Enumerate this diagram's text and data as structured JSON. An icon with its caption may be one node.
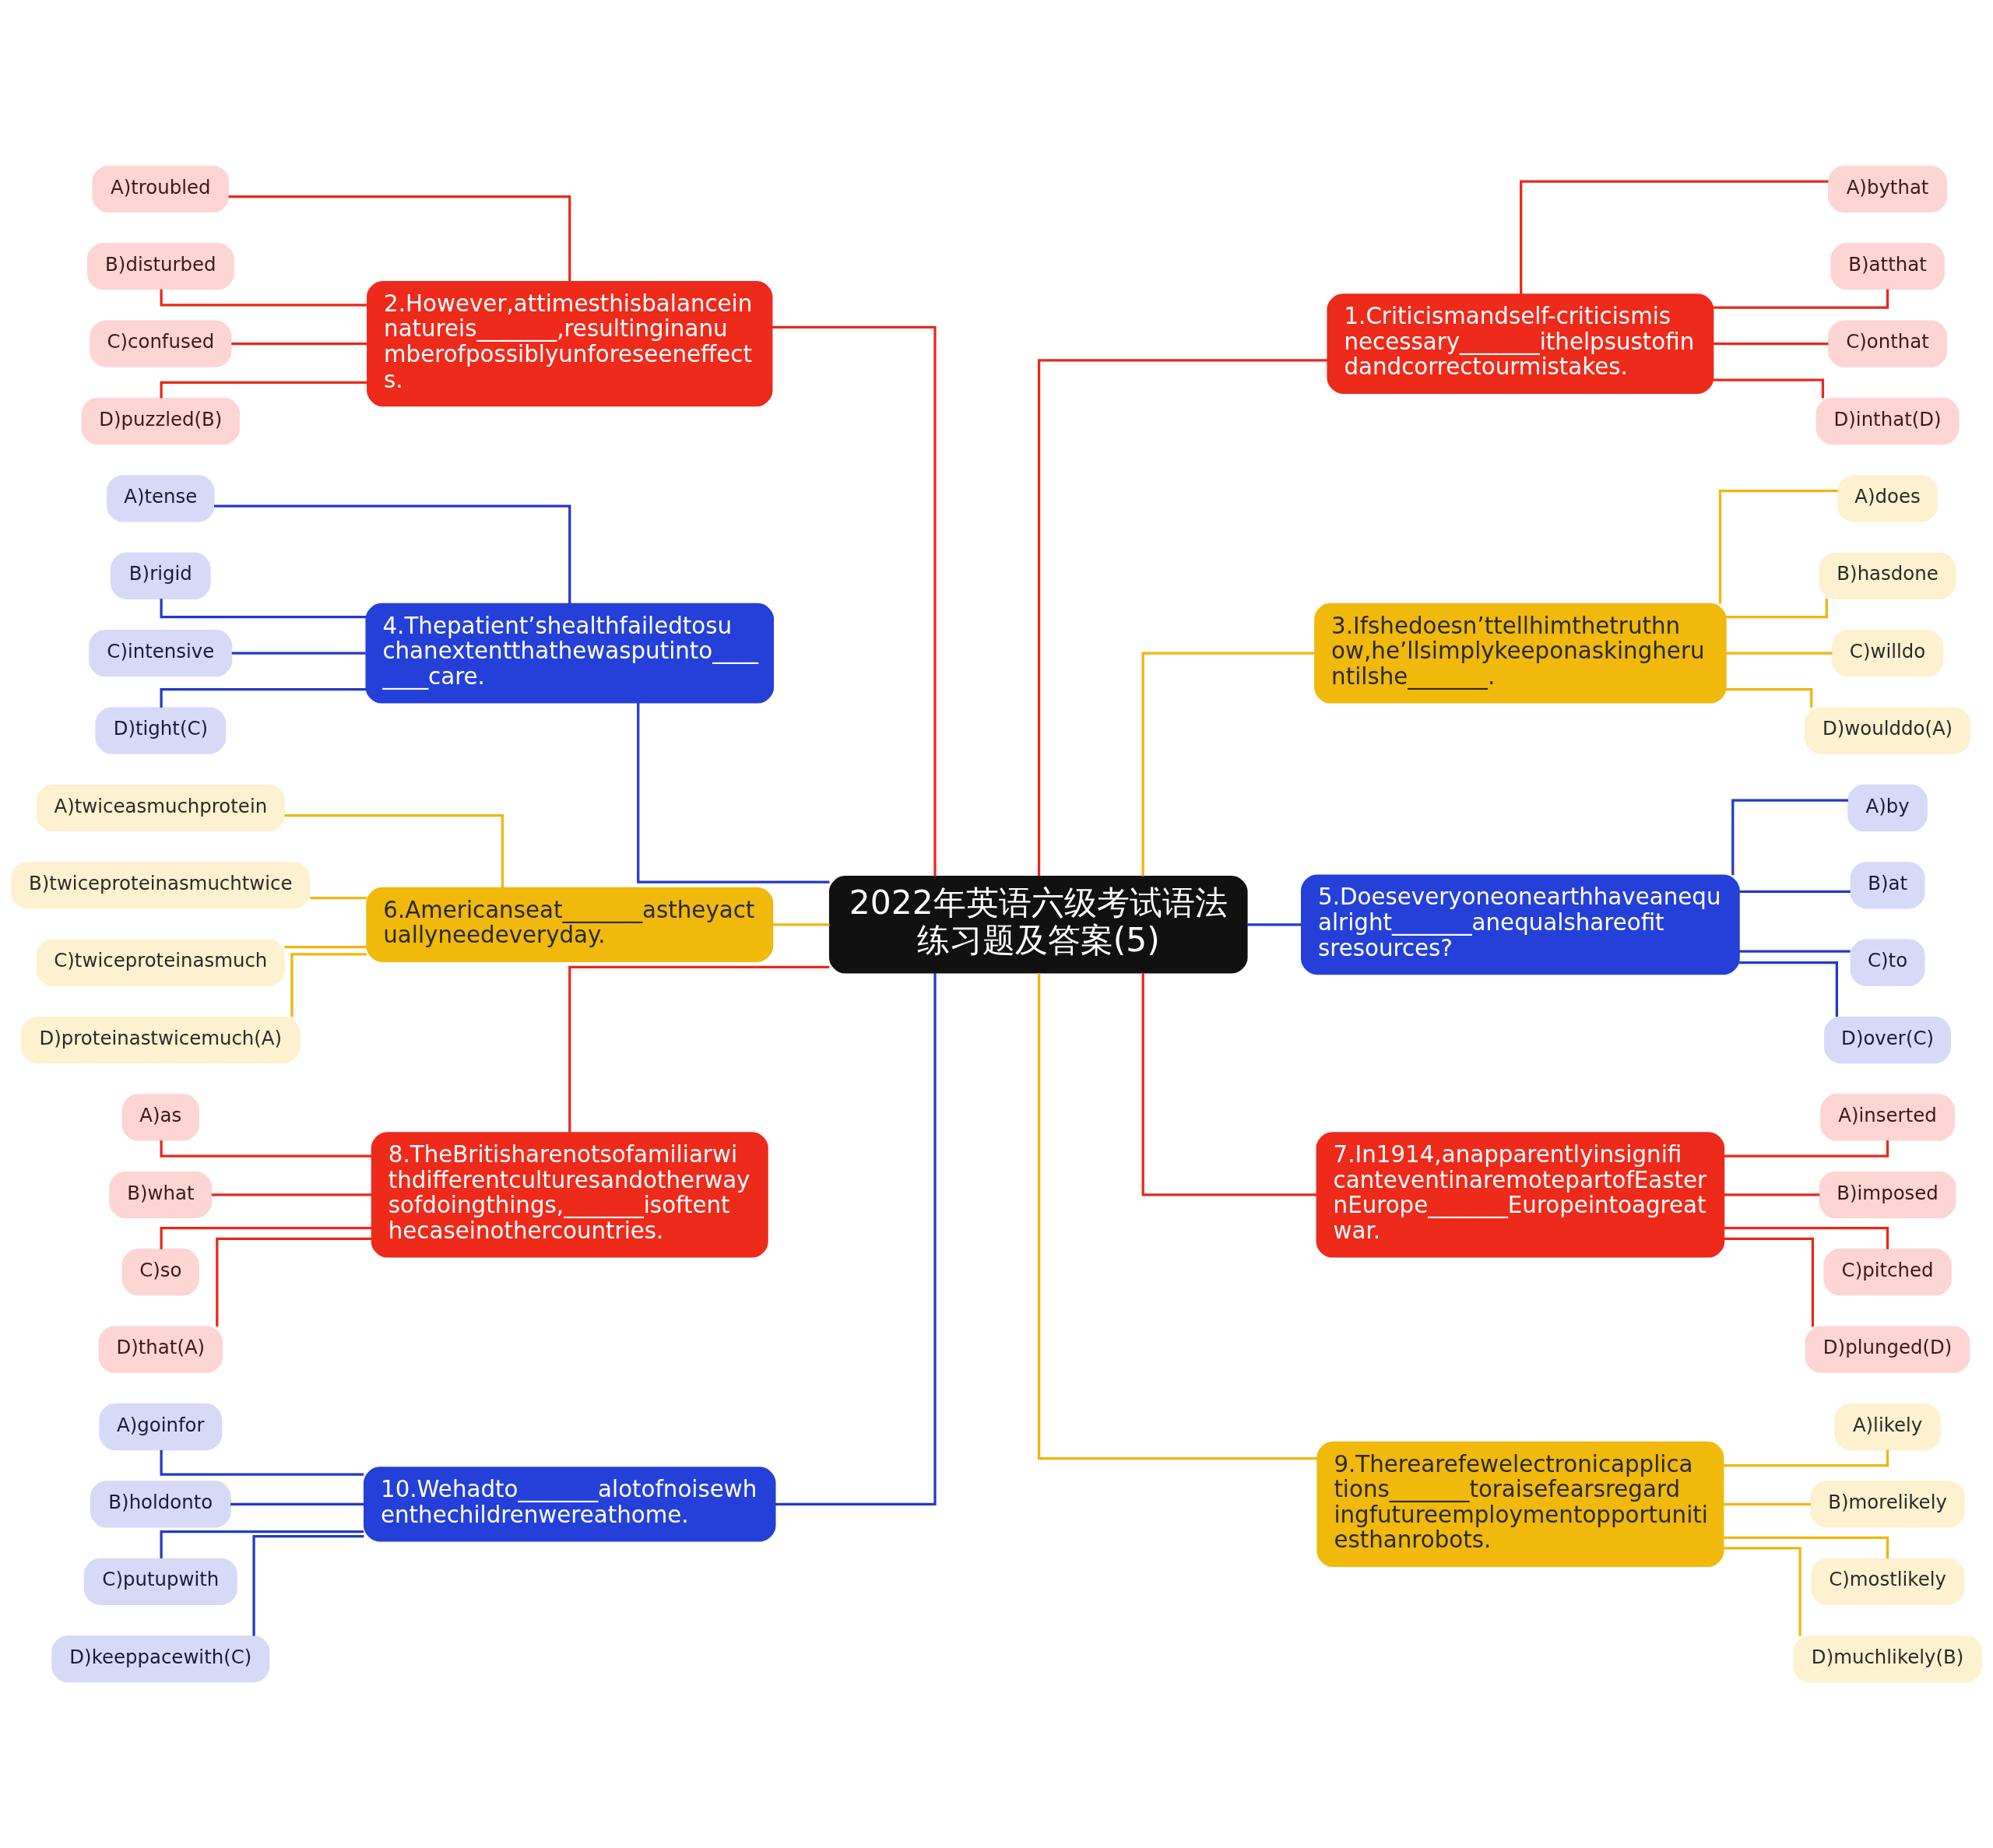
{
  "diagram": {
    "nodes": [
      {
        "text": [
          "2022年英语六级考试语法练习题及答案(5)"
        ]
      },
      {
        "text": [
          "1.Criticismandself-criticismisnecessary_______ithelpsustofindandcorrectourmistakes."
        ]
      },
      {
        "text": [
          "A)bythat"
        ]
      },
      {
        "text": [
          "B)atthat"
        ]
      },
      {
        "text": [
          "C)onthat"
        ]
      },
      {
        "text": [
          "D)inthat(D)"
        ]
      },
      {
        "text": [
          "2.However,attimesthisbalanceinnatureis_______,resultinginanumberofpossiblyunforeseeneffects."
        ]
      },
      {
        "text": [
          "A)troubled"
        ]
      },
      {
        "text": [
          "B)disturbed"
        ]
      },
      {
        "text": [
          "C)confused"
        ]
      },
      {
        "text": [
          "D)puzzled(B)"
        ]
      },
      {
        "text": [
          "3.Ifshedoesn’ttellhimthetruthnow,he’llsimplykeeponaskingheruntilshe_______."
        ]
      },
      {
        "text": [
          "A)does"
        ]
      },
      {
        "text": [
          "B)hasdone"
        ]
      },
      {
        "text": [
          "C)willdo"
        ]
      },
      {
        "text": [
          "D)woulddo(A)"
        ]
      },
      {
        "text": [
          "4.Thepatient’shealthfailedtosuchanextentthathewasputinto________care."
        ]
      },
      {
        "text": [
          "A)tense"
        ]
      },
      {
        "text": [
          "B)rigid"
        ]
      },
      {
        "text": [
          "C)intensive"
        ]
      },
      {
        "text": [
          "D)tight(C)"
        ]
      },
      {
        "text": [
          "5.Doeseveryoneonearthhaveanequalright_______anequalshareofitsresources?"
        ]
      },
      {
        "text": [
          "A)by"
        ]
      },
      {
        "text": [
          "B)at"
        ]
      },
      {
        "text": [
          "C)to"
        ]
      },
      {
        "text": [
          "D)over(C)"
        ]
      },
      {
        "text": [
          "6.Americanseat_______astheyactuallyneedeveryday."
        ]
      },
      {
        "text": [
          "A)twiceasmuchprotein"
        ]
      },
      {
        "text": [
          "B)twiceproteinasmuchtwice"
        ]
      },
      {
        "text": [
          "C)twiceproteinasmuch"
        ]
      },
      {
        "text": [
          "D)proteinastwicemuch(A)"
        ]
      },
      {
        "text": [
          "7.In1914,anapparentlyinsignificanteventinaremotepartofEasternEurope_______Europeintoagreatwar."
        ]
      },
      {
        "text": [
          "A)inserted"
        ]
      },
      {
        "text": [
          "B)imposed"
        ]
      },
      {
        "text": [
          "C)pitched"
        ]
      },
      {
        "text": [
          "D)plunged(D)"
        ]
      },
      {
        "text": [
          "8.TheBritisharenotsofamiliarwithdifferentculturesandotherwaysofdoingthings,_______isoftenthecaseinothercountries."
        ]
      },
      {
        "text": [
          "A)as"
        ]
      },
      {
        "text": [
          "B)what"
        ]
      },
      {
        "text": [
          "C)so"
        ]
      },
      {
        "text": [
          "D)that(A)"
        ]
      },
      {
        "text": [
          "9.Therearefewelectronicapplications_______toraisefearsregardingfutureemploymentopportunitiesthanrobots."
        ]
      },
      {
        "text": [
          "A)likely"
        ]
      },
      {
        "text": [
          "B)morelikely"
        ]
      },
      {
        "text": [
          "C)mostlikely"
        ]
      },
      {
        "text": [
          "D)muchlikely(B)"
        ]
      },
      {
        "text": [
          "10.Wehadto_______alotofnoisewhenthechildrenwereathome."
        ]
      },
      {
        "text": [
          "A)goinfor"
        ]
      },
      {
        "text": [
          "B)holdonto"
        ]
      },
      {
        "text": [
          "C)putupwith"
        ]
      },
      {
        "text": [
          "D)keeppacewith(C)"
        ]
      }
    ],
    "edges": [
      {
        "from": 0,
        "to": 1,
        "arrow": "none",
        "color": "#e8281c"
      },
      {
        "from": 1,
        "to": 2,
        "arrow": "none",
        "color": "#e8281c"
      },
      {
        "from": 1,
        "to": 3,
        "arrow": "none",
        "color": "#e8281c"
      },
      {
        "from": 1,
        "to": 4,
        "arrow": "none",
        "color": "#e8281c"
      },
      {
        "from": 1,
        "to": 5,
        "arrow": "none",
        "color": "#e8281c"
      },
      {
        "from": 0,
        "to": 6,
        "arrow": "none",
        "color": "#e8281c"
      },
      {
        "from": 6,
        "to": 7,
        "arrow": "none",
        "color": "#e8281c"
      },
      {
        "from": 6,
        "to": 8,
        "arrow": "none",
        "color": "#e8281c"
      },
      {
        "from": 6,
        "to": 9,
        "arrow": "none",
        "color": "#e8281c"
      },
      {
        "from": 6,
        "to": 10,
        "arrow": "none",
        "color": "#e8281c"
      },
      {
        "from": 0,
        "to": 11,
        "arrow": "none",
        "color": "#efb60e"
      },
      {
        "from": 11,
        "to": 12,
        "arrow": "none",
        "color": "#efb60e"
      },
      {
        "from": 11,
        "to": 13,
        "arrow": "none",
        "color": "#efb60e"
      },
      {
        "from": 11,
        "to": 14,
        "arrow": "none",
        "color": "#efb60e"
      },
      {
        "from": 11,
        "to": 15,
        "arrow": "none",
        "color": "#efb60e"
      },
      {
        "from": 0,
        "to": 16,
        "arrow": "none",
        "color": "#2339c8"
      },
      {
        "from": 16,
        "to": 17,
        "arrow": "none",
        "color": "#2339c8"
      },
      {
        "from": 16,
        "to": 18,
        "arrow": "none",
        "color": "#2339c8"
      },
      {
        "from": 16,
        "to": 19,
        "arrow": "none",
        "color": "#2339c8"
      },
      {
        "from": 16,
        "to": 20,
        "arrow": "none",
        "color": "#2339c8"
      },
      {
        "from": 0,
        "to": 21,
        "arrow": "none",
        "color": "#2339c8"
      },
      {
        "from": 21,
        "to": 22,
        "arrow": "none",
        "color": "#2339c8"
      },
      {
        "from": 21,
        "to": 23,
        "arrow": "none",
        "color": "#2339c8"
      },
      {
        "from": 21,
        "to": 24,
        "arrow": "none",
        "color": "#2339c8"
      },
      {
        "from": 21,
        "to": 25,
        "arrow": "none",
        "color": "#2339c8"
      },
      {
        "from": 0,
        "to": 26,
        "arrow": "none",
        "color": "#efb60e"
      },
      {
        "from": 26,
        "to": 27,
        "arrow": "none",
        "color": "#efb60e"
      },
      {
        "from": 26,
        "to": 28,
        "arrow": "none",
        "color": "#efb60e"
      },
      {
        "from": 26,
        "to": 29,
        "arrow": "none",
        "color": "#efb60e"
      },
      {
        "from": 26,
        "to": 30,
        "arrow": "none",
        "color": "#efb60e"
      },
      {
        "from": 0,
        "to": 31,
        "arrow": "none",
        "color": "#e8281c"
      },
      {
        "from": 31,
        "to": 32,
        "arrow": "none",
        "color": "#e8281c"
      },
      {
        "from": 31,
        "to": 33,
        "arrow": "none",
        "color": "#e8281c"
      },
      {
        "from": 31,
        "to": 34,
        "arrow": "none",
        "color": "#e8281c"
      },
      {
        "from": 31,
        "to": 35,
        "arrow": "none",
        "color": "#e8281c"
      },
      {
        "from": 0,
        "to": 36,
        "arrow": "none",
        "color": "#e8281c"
      },
      {
        "from": 36,
        "to": 37,
        "arrow": "none",
        "color": "#e8281c"
      },
      {
        "from": 36,
        "to": 38,
        "arrow": "none",
        "color": "#e8281c"
      },
      {
        "from": 36,
        "to": 39,
        "arrow": "none",
        "color": "#e8281c"
      },
      {
        "from": 36,
        "to": 40,
        "arrow": "none",
        "color": "#e8281c"
      },
      {
        "from": 0,
        "to": 41,
        "arrow": "none",
        "color": "#efb60e"
      },
      {
        "from": 41,
        "to": 42,
        "arrow": "none",
        "color": "#efb60e"
      },
      {
        "from": 41,
        "to": 43,
        "arrow": "none",
        "color": "#efb60e"
      },
      {
        "from": 41,
        "to": 44,
        "arrow": "none",
        "color": "#efb60e"
      },
      {
        "from": 41,
        "to": 45,
        "arrow": "none",
        "color": "#efb60e"
      },
      {
        "from": 0,
        "to": 46,
        "arrow": "none",
        "color": "#2339c8"
      },
      {
        "from": 46,
        "to": 47,
        "arrow": "none",
        "color": "#2339c8"
      },
      {
        "from": 46,
        "to": 48,
        "arrow": "none",
        "color": "#2339c8"
      },
      {
        "from": 46,
        "to": 49,
        "arrow": "none",
        "color": "#2339c8"
      },
      {
        "from": 46,
        "to": 50,
        "arrow": "none",
        "color": "#2339c8"
      }
    ]
  }
}
